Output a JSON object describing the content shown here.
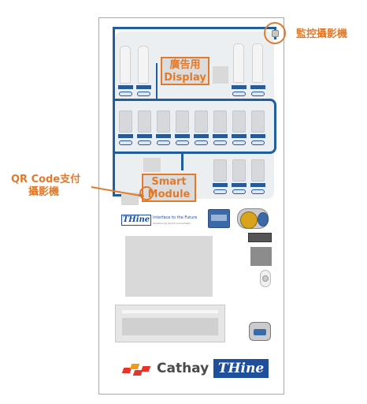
{
  "labels": {
    "camera_monitor": "監控攝影機",
    "ad_display_line1": "廣告用",
    "ad_display_line2": "Display",
    "smart_module_line1": "Smart",
    "smart_module_line2": "Module",
    "qr_camera_line1": "QR Code支付",
    "qr_camera_line2": "攝影機"
  },
  "panel": {
    "brand": "THine",
    "tagline": "Interface to the Future",
    "tagline_small": "Solutions by Smart Connectivity"
  },
  "footer": {
    "cathay": "Cathay",
    "thine": "THine"
  },
  "colors": {
    "accent": "#e07b2d",
    "cable": "#1f5f9e",
    "brand_blue": "#1f4e9a",
    "cathay_red": "#e8352b"
  }
}
